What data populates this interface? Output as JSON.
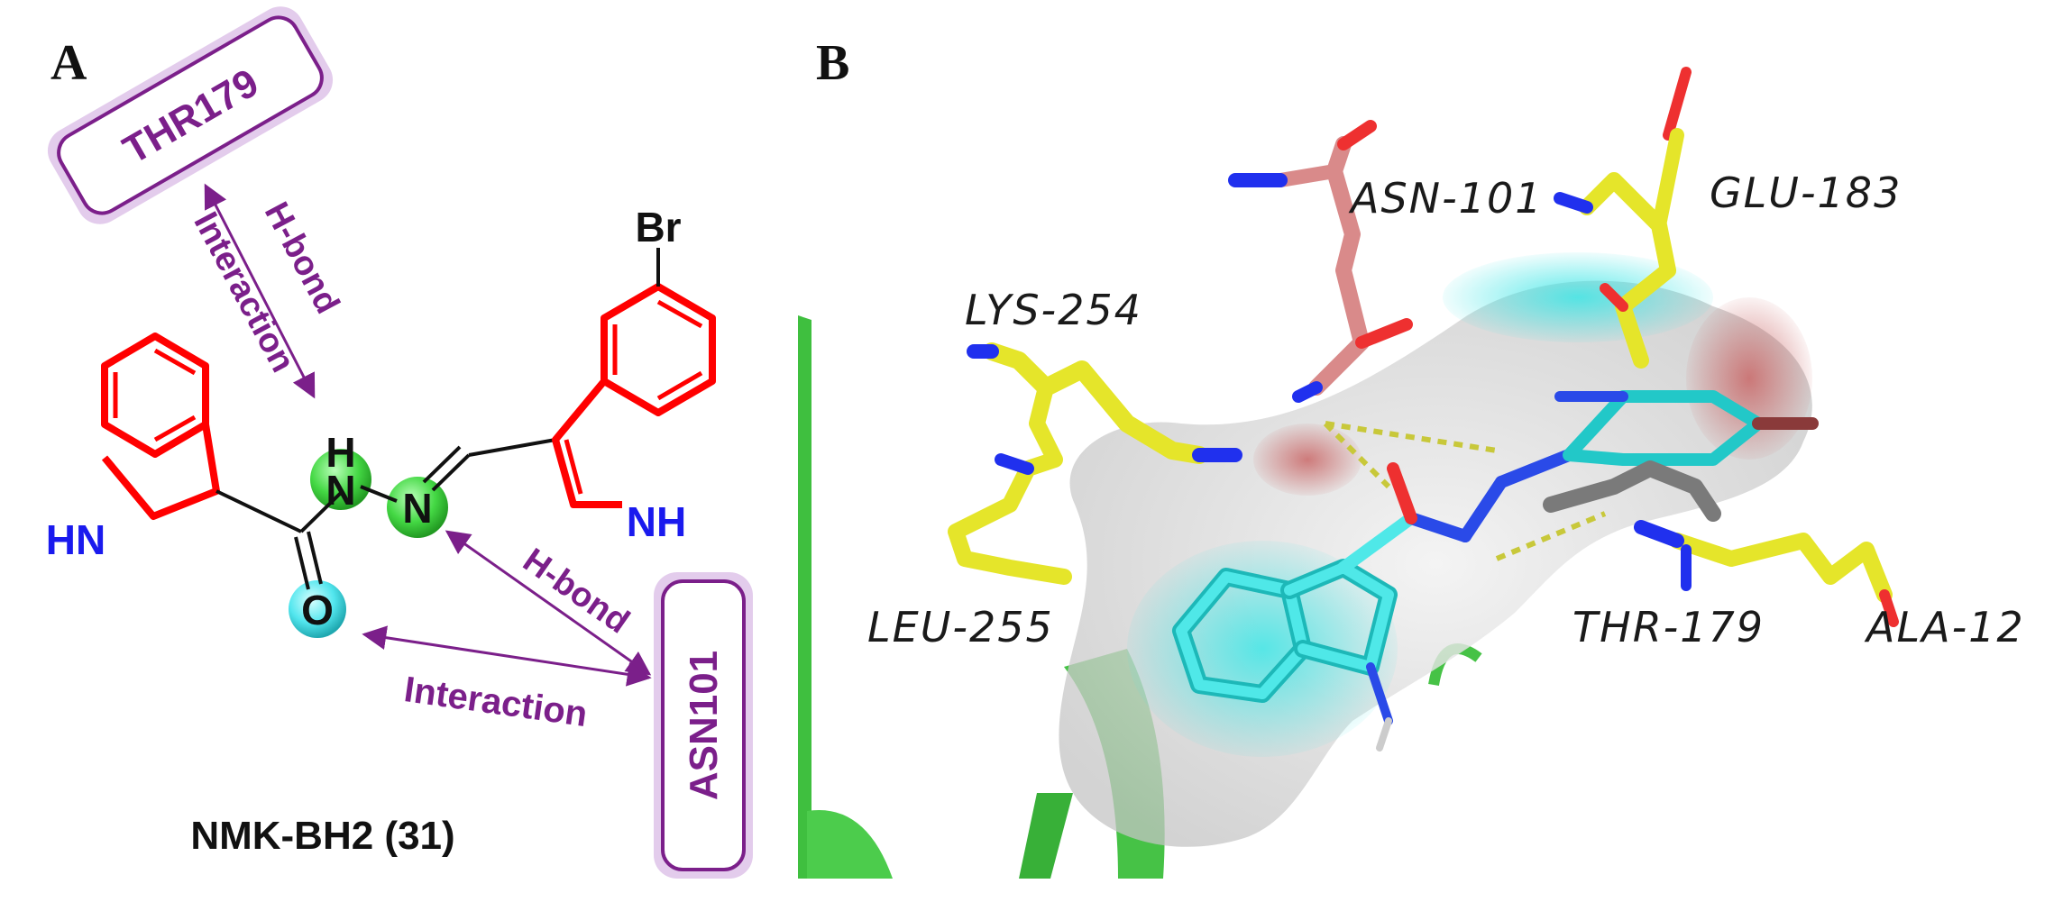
{
  "panel_a": {
    "letter": "A",
    "residue_boxes": {
      "top": "THR179",
      "bottom": "ASN101"
    },
    "arrow_labels": {
      "thr_interaction": "Interaction",
      "thr_hbond": "H-bond",
      "asn_hbond": "H-bond",
      "asn_interaction": "Interaction"
    },
    "atoms": {
      "br": "Br",
      "nh_right": "NH",
      "hn_left": "HN",
      "h": "H",
      "n1": "N",
      "n2": "N",
      "o": "O"
    },
    "compound_label": "NMK-BH2 (31)",
    "colors": {
      "ring": "#ff0000",
      "nitrogen": "#0000ee",
      "purple": "#7b1f8a",
      "green_sphere": "#4cd84c",
      "cyan_sphere": "#4fe6ee"
    }
  },
  "panel_b": {
    "letter": "B",
    "residue_labels": [
      "ASN-101",
      "GLU-183",
      "LYS-254",
      "LEU-255",
      "THR-179",
      "ALA-12"
    ],
    "colors": {
      "ligand": "#22d3d3",
      "residue_carbon": "#e5e52a",
      "asn_carbon": "#d98a8a",
      "nitrogen": "#2030ee",
      "oxygen": "#ee3030",
      "ribbon": "#3fbf3f",
      "surface": "#dcdcdc"
    }
  }
}
